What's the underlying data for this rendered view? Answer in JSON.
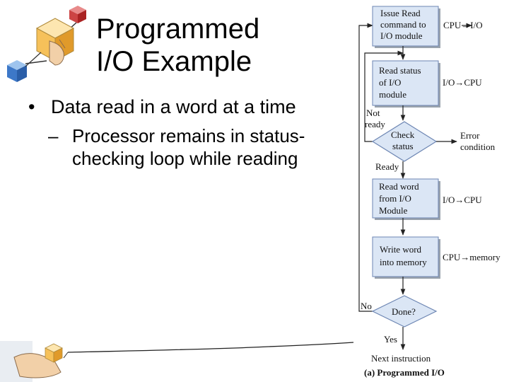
{
  "slide": {
    "title_line1": "Programmed",
    "title_line2": "I/O Example",
    "bullet": "Data read in a word at a time",
    "sub_bullet_line1": "Processor remains in status-",
    "sub_bullet_line2": "checking loop while reading",
    "bullet_marker": "•",
    "sub_marker": "–"
  },
  "flowchart": {
    "box1": [
      "Issue Read",
      "command to",
      "I/O module"
    ],
    "box1_side": "CPU→I/O",
    "box2": [
      "Read status",
      "of I/O",
      "module"
    ],
    "box2_side": "I/O→CPU",
    "not_ready": [
      "Not",
      "ready"
    ],
    "decision1": [
      "Check",
      "status"
    ],
    "error": [
      "Error",
      "condition"
    ],
    "ready": "Ready",
    "box3": [
      "Read word",
      "from I/O",
      "Module"
    ],
    "box3_side": "I/O→CPU",
    "box4": [
      "Write word",
      "into memory"
    ],
    "box4_side": "CPU→memory",
    "no": "No",
    "decision2": "Done?",
    "yes": "Yes",
    "next": "Next instruction",
    "caption": "(a) Programmed I/O"
  },
  "colors": {
    "box_fill": "#dbe6f5",
    "box_border": "#6d86b3",
    "box_shadow": "#9aa3ad",
    "diamond_fill": "#dbe6f5"
  },
  "icons": [
    "cube-clipart-icon",
    "hand-cube-clipart-icon"
  ]
}
